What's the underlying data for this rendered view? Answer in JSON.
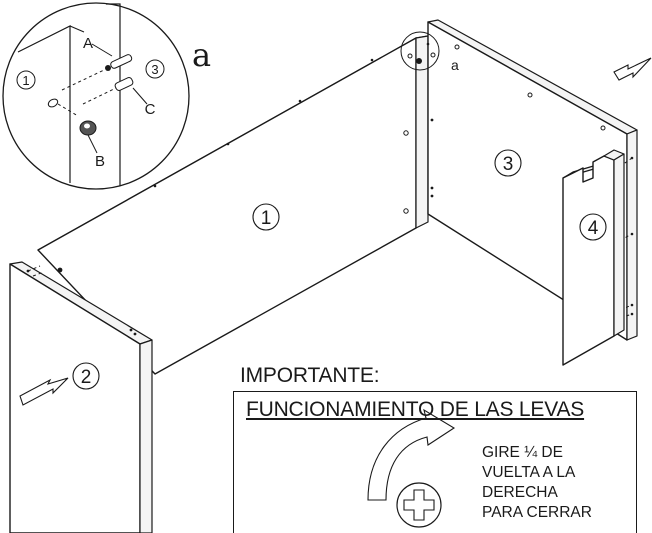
{
  "callouts": {
    "panel_1": "1",
    "panel_2": "2",
    "panel_3": "3",
    "panel_4": "4",
    "corner_a": "a"
  },
  "detail": {
    "label": "a",
    "panel_left": "1",
    "panel_right": "3",
    "part_a": "A",
    "part_b": "B",
    "part_c": "C"
  },
  "important": {
    "title": "IMPORTANTE:",
    "subtitle": "FUNCIONAMIENTO DE LAS LEVAS",
    "instruction_lines": [
      "GIRE ¼ DE",
      "VUELTA A LA",
      "DERECHA",
      "PARA CERRAR"
    ]
  },
  "icons": [
    "push-arrow-icon",
    "rotate-clockwise-arrow-icon",
    "cam-lock-screw-icon"
  ]
}
